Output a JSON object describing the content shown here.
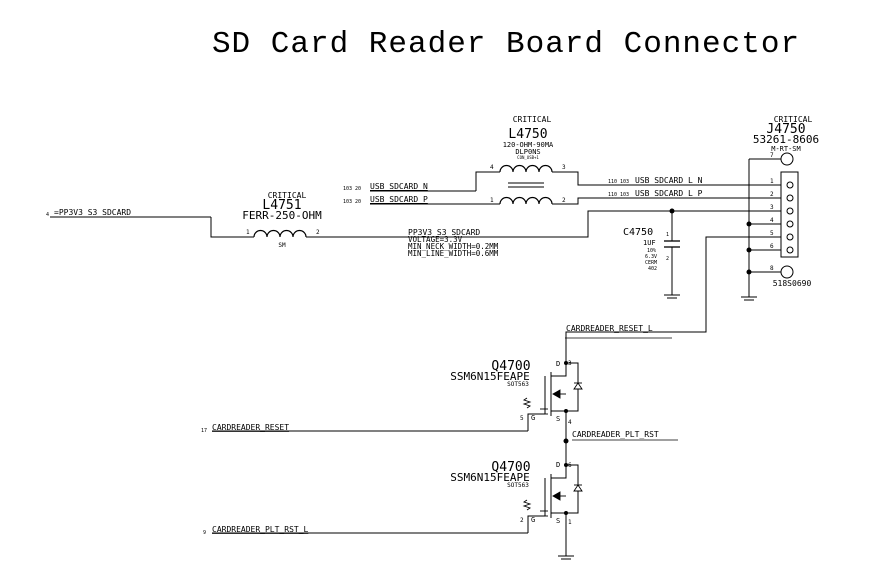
{
  "title": "SD Card Reader Board Connector",
  "nets": {
    "pp3v3_in_ref": "4",
    "pp3v3_in": "=PP3V3_S3_SDCARD",
    "usb_n_ref": "103 20",
    "usb_n": "USB_SDCARD_N",
    "usb_p_ref": "103 20",
    "usb_p": "USB_SDCARD_P",
    "usb_l_n_ref": "110 103",
    "usb_l_n": "USB_SDCARD_L_N",
    "usb_l_p_ref": "110 103",
    "usb_l_p": "USB_SDCARD_L_P",
    "pp3v3_net": "PP3V3_S3_SDCARD",
    "pp3v3_voltage": "VOLTAGE=3.3V",
    "pp3v3_neck": "MIN_NECK_WIDTH=0.2MM",
    "pp3v3_line": "MIN_LINE_WIDTH=0.6MM",
    "reset_l": "CARDREADER_RESET_L",
    "reset_ref": "17",
    "reset": "CARDREADER_RESET",
    "plt_rst": "CARDREADER_PLT_RST",
    "plt_rst_l_ref": "9",
    "plt_rst_l": "CARDREADER_PLT_RST_L"
  },
  "components": {
    "l4751": {
      "critical": "CRITICAL",
      "ref": "L4751",
      "value": "FERR-250-OHM",
      "pkg": "SM",
      "pin1": "1",
      "pin2": "2"
    },
    "l4750": {
      "critical": "CRITICAL",
      "ref": "L4750",
      "value": "120-OHM-90MA",
      "pkg": "DLP0NS",
      "sub": "CON_USB+1",
      "pin4": "4",
      "pin3": "3",
      "pin1": "1",
      "pin2": "2"
    },
    "j4750": {
      "critical": "CRITICAL",
      "ref": "J4750",
      "value": "53261-8606",
      "pkg": "M-RT-SM",
      "part": "518S0690",
      "pins": [
        "1",
        "2",
        "3",
        "4",
        "5",
        "6"
      ],
      "pin7": "7",
      "pin8": "8"
    },
    "c4750": {
      "ref": "C4750",
      "value": "1UF",
      "tol": "10%",
      "volt": "6.3V",
      "diel": "CERM",
      "size": "402",
      "pin1": "1",
      "pin2": "2"
    },
    "q4700a": {
      "ref": "Q4700",
      "value": "SSM6N15FEAPE",
      "pkg": "SOT563",
      "d_label": "D",
      "g_label": "G",
      "s_label": "S",
      "d_pin": "3",
      "g_pin": "5",
      "s_pin": "4"
    },
    "q4700b": {
      "ref": "Q4700",
      "value": "SSM6N15FEAPE",
      "pkg": "SOT563",
      "d_label": "D",
      "g_label": "G",
      "s_label": "S",
      "d_pin": "6",
      "g_pin": "2",
      "s_pin": "1"
    }
  }
}
